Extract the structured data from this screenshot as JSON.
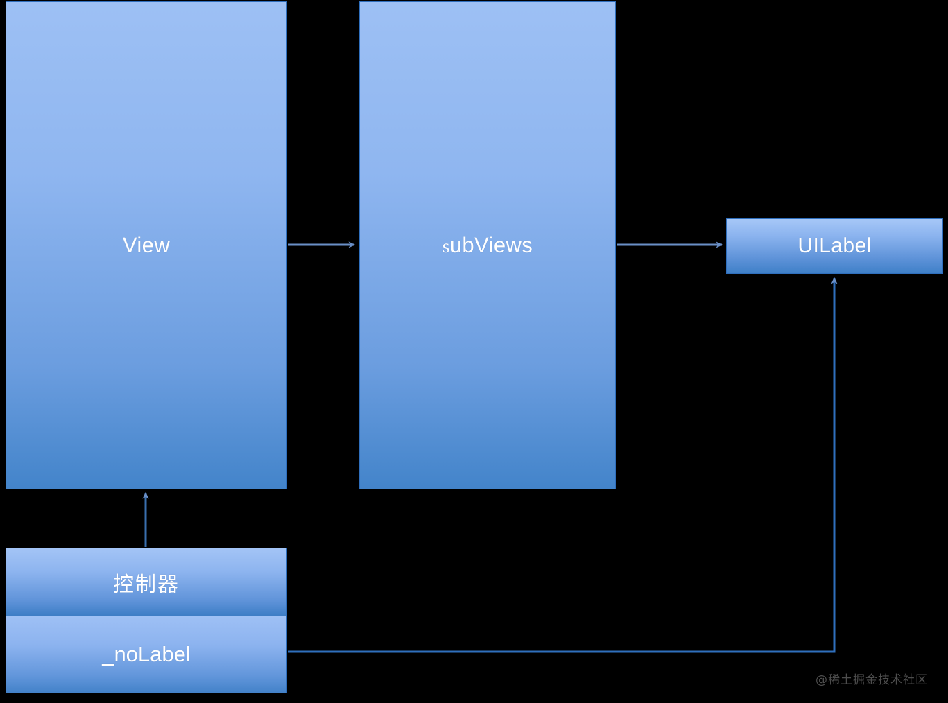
{
  "diagram": {
    "title": "UIView subview hierarchy diagram",
    "background_color": "#000000",
    "accent_color": "#6a8fc7",
    "node_border_color": "#2f6fbd",
    "node_fill_top": "#9dc0f4",
    "node_fill_bottom": "#4384ca",
    "text_color": "#ffffff"
  },
  "nodes": {
    "view": {
      "label": "View"
    },
    "subviews": {
      "label": "subViews",
      "label_lead": "s",
      "label_rest": "ubViews"
    },
    "uilabel": {
      "label": "UILabel"
    },
    "controller": {
      "sections": [
        {
          "label": "控制器"
        },
        {
          "label": "_noLabel"
        }
      ]
    }
  },
  "connectors": [
    {
      "name": "view-to-subviews",
      "from": "view",
      "to": "subviews",
      "direction": "right"
    },
    {
      "name": "subviews-to-uilabel",
      "from": "subviews",
      "to": "uilabel",
      "direction": "right"
    },
    {
      "name": "controller-to-view",
      "from": "controller",
      "to": "view",
      "direction": "up"
    },
    {
      "name": "nolabel-to-uilabel",
      "from": "_noLabel",
      "to": "uilabel",
      "direction": "up"
    }
  ],
  "watermark": {
    "text": "@稀土掘金技术社区"
  }
}
